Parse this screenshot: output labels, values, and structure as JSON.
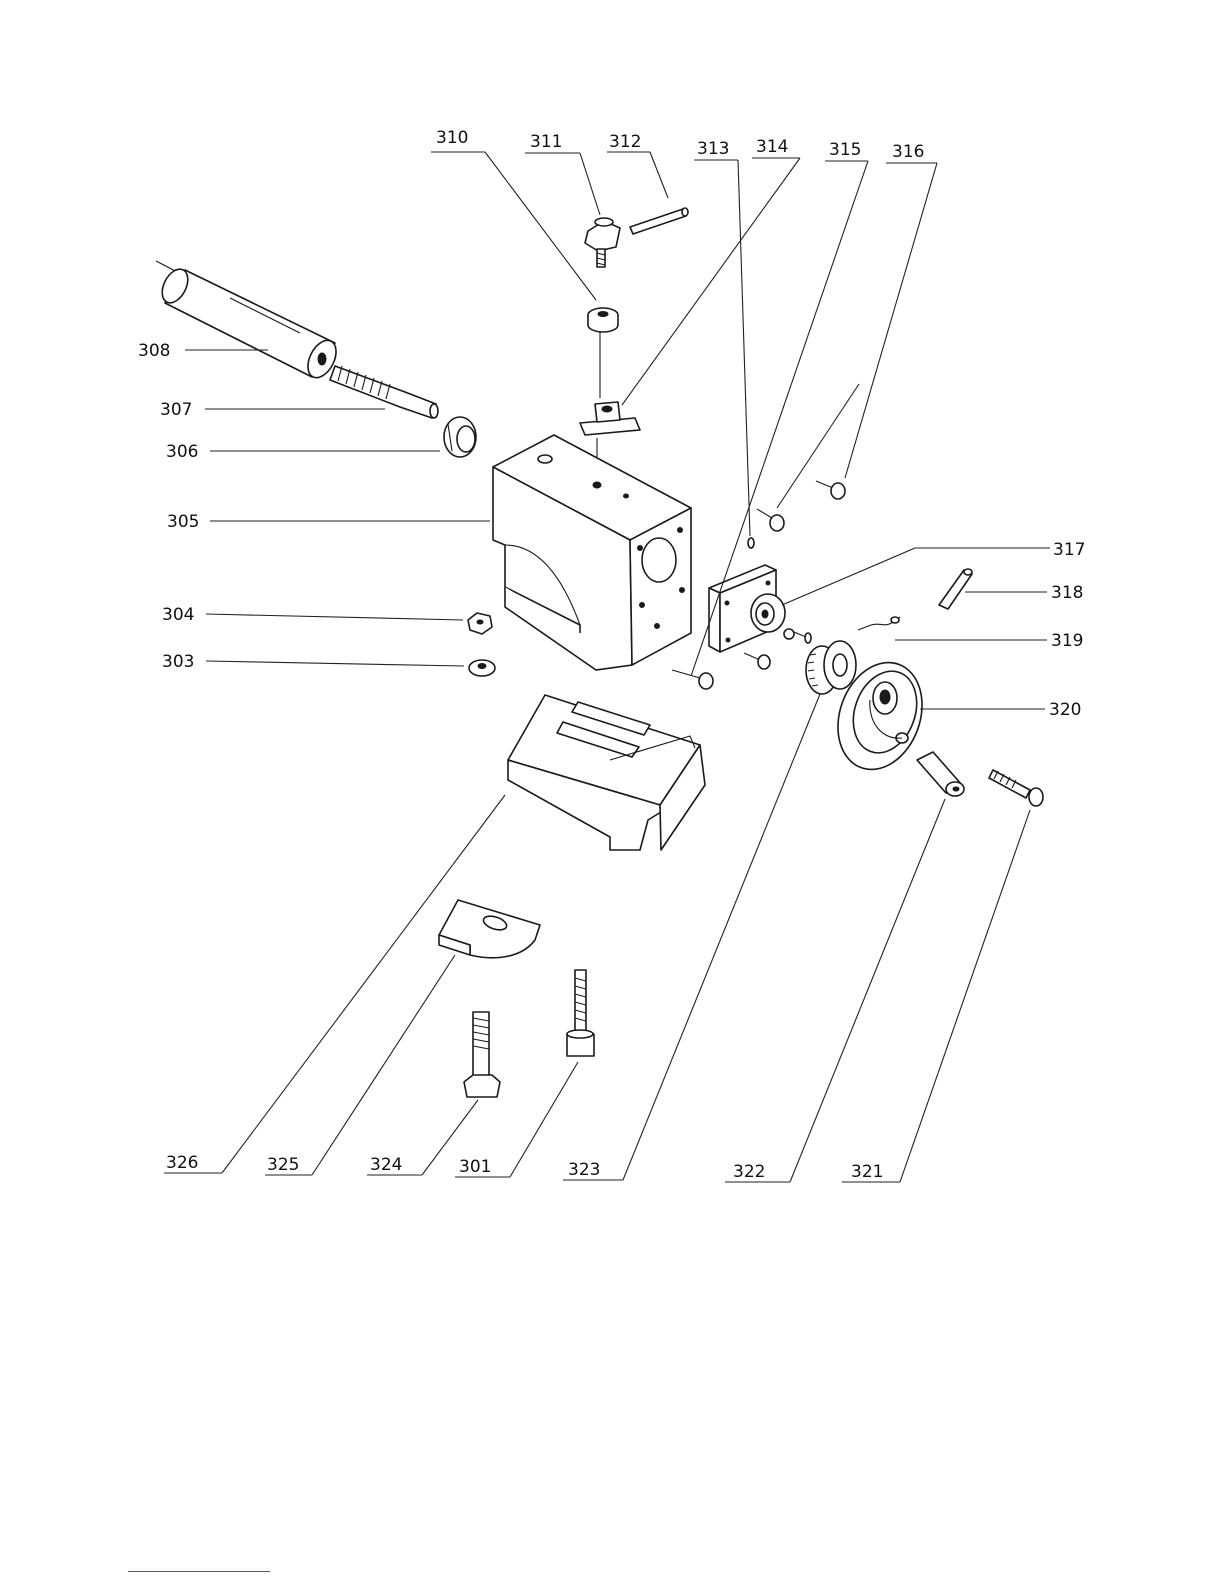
{
  "callouts": {
    "c310": "310",
    "c311": "311",
    "c312": "312",
    "c313": "313",
    "c314": "314",
    "c315": "315",
    "c316": "316",
    "c308": "308",
    "c307": "307",
    "c306": "306",
    "c305": "305",
    "c304": "304",
    "c303": "303",
    "c317": "317",
    "c318": "318",
    "c319": "319",
    "c320": "320",
    "c326": "326",
    "c325": "325",
    "c324": "324",
    "c301": "301",
    "c323": "323",
    "c322": "322",
    "c321": "321"
  },
  "colors": {
    "line": "#1a1a1a",
    "footer_rule": "#3a56c9"
  }
}
